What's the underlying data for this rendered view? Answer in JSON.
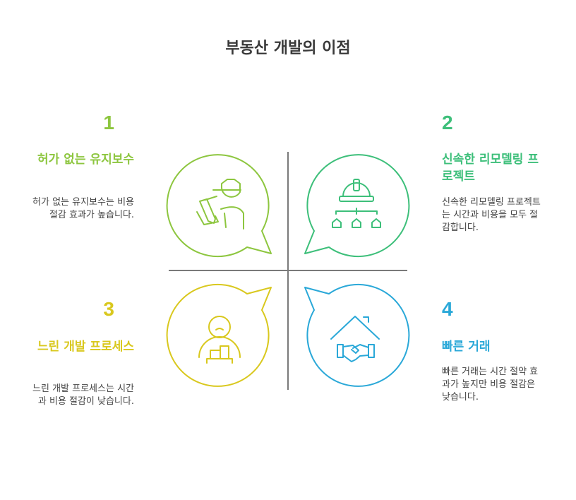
{
  "title": "부동산 개발의 이점",
  "colors": {
    "q1": "#8dc63f",
    "q2": "#3dbf7a",
    "q3": "#d9c81e",
    "q4": "#2aa8d8",
    "divider": "#7a7a7a",
    "text": "#444444"
  },
  "quadrants": [
    {
      "number": "1",
      "heading": "허가 없는 유지보수",
      "description": "허가 없는 유지보수는 비용 절감 효과가 높습니다.",
      "icon": "worker-with-cap-icon"
    },
    {
      "number": "2",
      "heading": "신속한 리모델링 프로젝트",
      "description": "신속한 리모델링 프로젝트는 시간과 비용을 모두 절감합니다.",
      "icon": "hardhat-hierarchy-icon"
    },
    {
      "number": "3",
      "heading": "느린 개발 프로세스",
      "description": "느린 개발 프로세스는 시간과 비용 절감이 낮습니다.",
      "icon": "sad-person-with-boxes-icon"
    },
    {
      "number": "4",
      "heading": "빠른 거래",
      "description": "빠른 거래는 시간 절약 효과가 높지만 비용 절감은 낮습니다.",
      "icon": "house-handshake-icon"
    }
  ]
}
